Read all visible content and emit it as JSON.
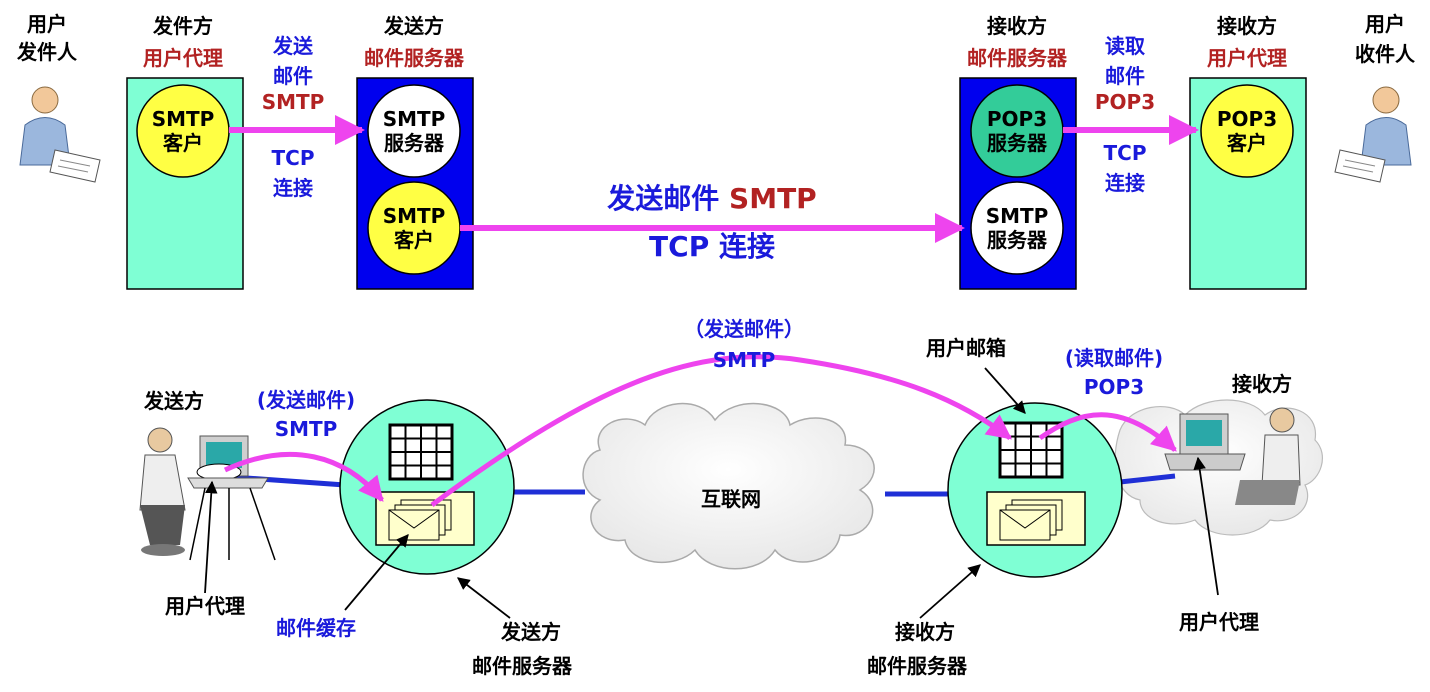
{
  "top": {
    "sender_person": [
      "用户",
      "发件人"
    ],
    "sender_ua_title": "发件方",
    "sender_ua_sub": "用户代理",
    "sender_ua_circle": [
      "SMTP",
      "客户"
    ],
    "link1_top": [
      "发送",
      "邮件"
    ],
    "link1_proto": "SMTP",
    "link1_bottom": [
      "TCP",
      "连接"
    ],
    "sender_server_title": "发送方",
    "sender_server_sub": "邮件服务器",
    "sender_server_c1": [
      "SMTP",
      "服务器"
    ],
    "sender_server_c2": [
      "SMTP",
      "客户"
    ],
    "mid_label_a": "发送邮件",
    "mid_label_proto": "SMTP",
    "mid_label_b": "TCP 连接",
    "recv_server_title": "接收方",
    "recv_server_sub": "邮件服务器",
    "recv_server_c1": [
      "POP3",
      "服务器"
    ],
    "recv_server_c2": [
      "SMTP",
      "服务器"
    ],
    "link3_top": [
      "读取",
      "邮件"
    ],
    "link3_proto": "POP3",
    "link3_bottom": [
      "TCP",
      "连接"
    ],
    "recv_ua_title": "接收方",
    "recv_ua_sub": "用户代理",
    "recv_ua_circle": [
      "POP3",
      "客户"
    ],
    "recv_person": [
      "用户",
      "收件人"
    ]
  },
  "bottom": {
    "sender": "发送方",
    "send_note": [
      "(发送邮件)",
      "SMTP"
    ],
    "arc_note": [
      "（发送邮件）",
      "SMTP"
    ],
    "mailbox": "用户邮箱",
    "read_note": [
      "(读取邮件)",
      "POP3"
    ],
    "receiver": "接收方",
    "internet": "互联网",
    "ua_left": "用户代理",
    "mail_cache": "邮件缓存",
    "sender_server": [
      "发送方",
      "邮件服务器"
    ],
    "recv_server": [
      "接收方",
      "邮件服务器"
    ],
    "ua_right": "用户代理"
  },
  "colors": {
    "ua_box": "#7fffd4",
    "server_box": "#0000ee",
    "yellow_circle": "#ffff44",
    "green_circle": "#33cc99",
    "arrow": "#ee44ee",
    "line": "#1f2fd6",
    "label_blue": "#1a1adb",
    "label_red": "#b22222"
  }
}
